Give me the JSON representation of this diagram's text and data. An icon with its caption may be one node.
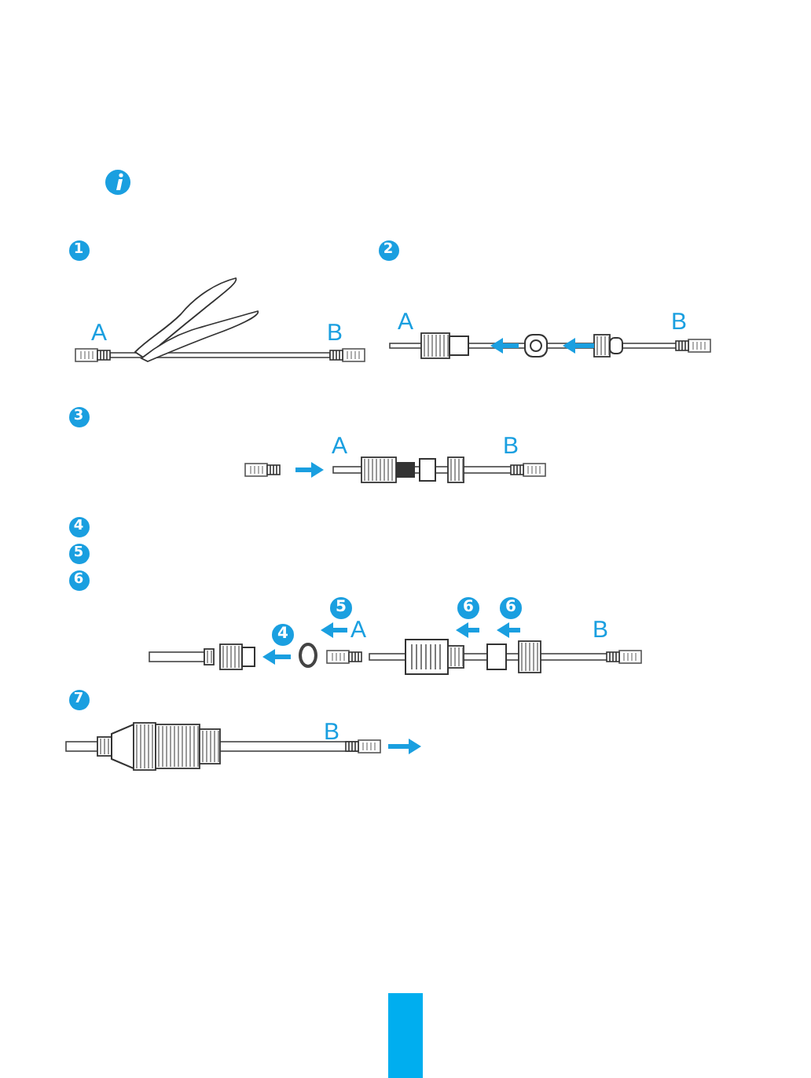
{
  "diagram": {
    "nodes": [
      {
        "text": [
          "1"
        ]
      },
      {
        "text": [
          "2"
        ]
      },
      {
        "text": [
          "3"
        ]
      },
      {
        "text": [
          "4"
        ]
      },
      {
        "text": [
          "5"
        ]
      },
      {
        "text": [
          "6"
        ]
      },
      {
        "text": [
          "5"
        ]
      },
      {
        "text": [
          "6"
        ]
      },
      {
        "text": [
          "6"
        ]
      },
      {
        "text": [
          "4"
        ]
      },
      {
        "text": [
          "7"
        ]
      }
    ],
    "labels": [
      "A",
      "B",
      "A",
      "B",
      "A",
      "B",
      "A",
      "B",
      "B"
    ]
  }
}
